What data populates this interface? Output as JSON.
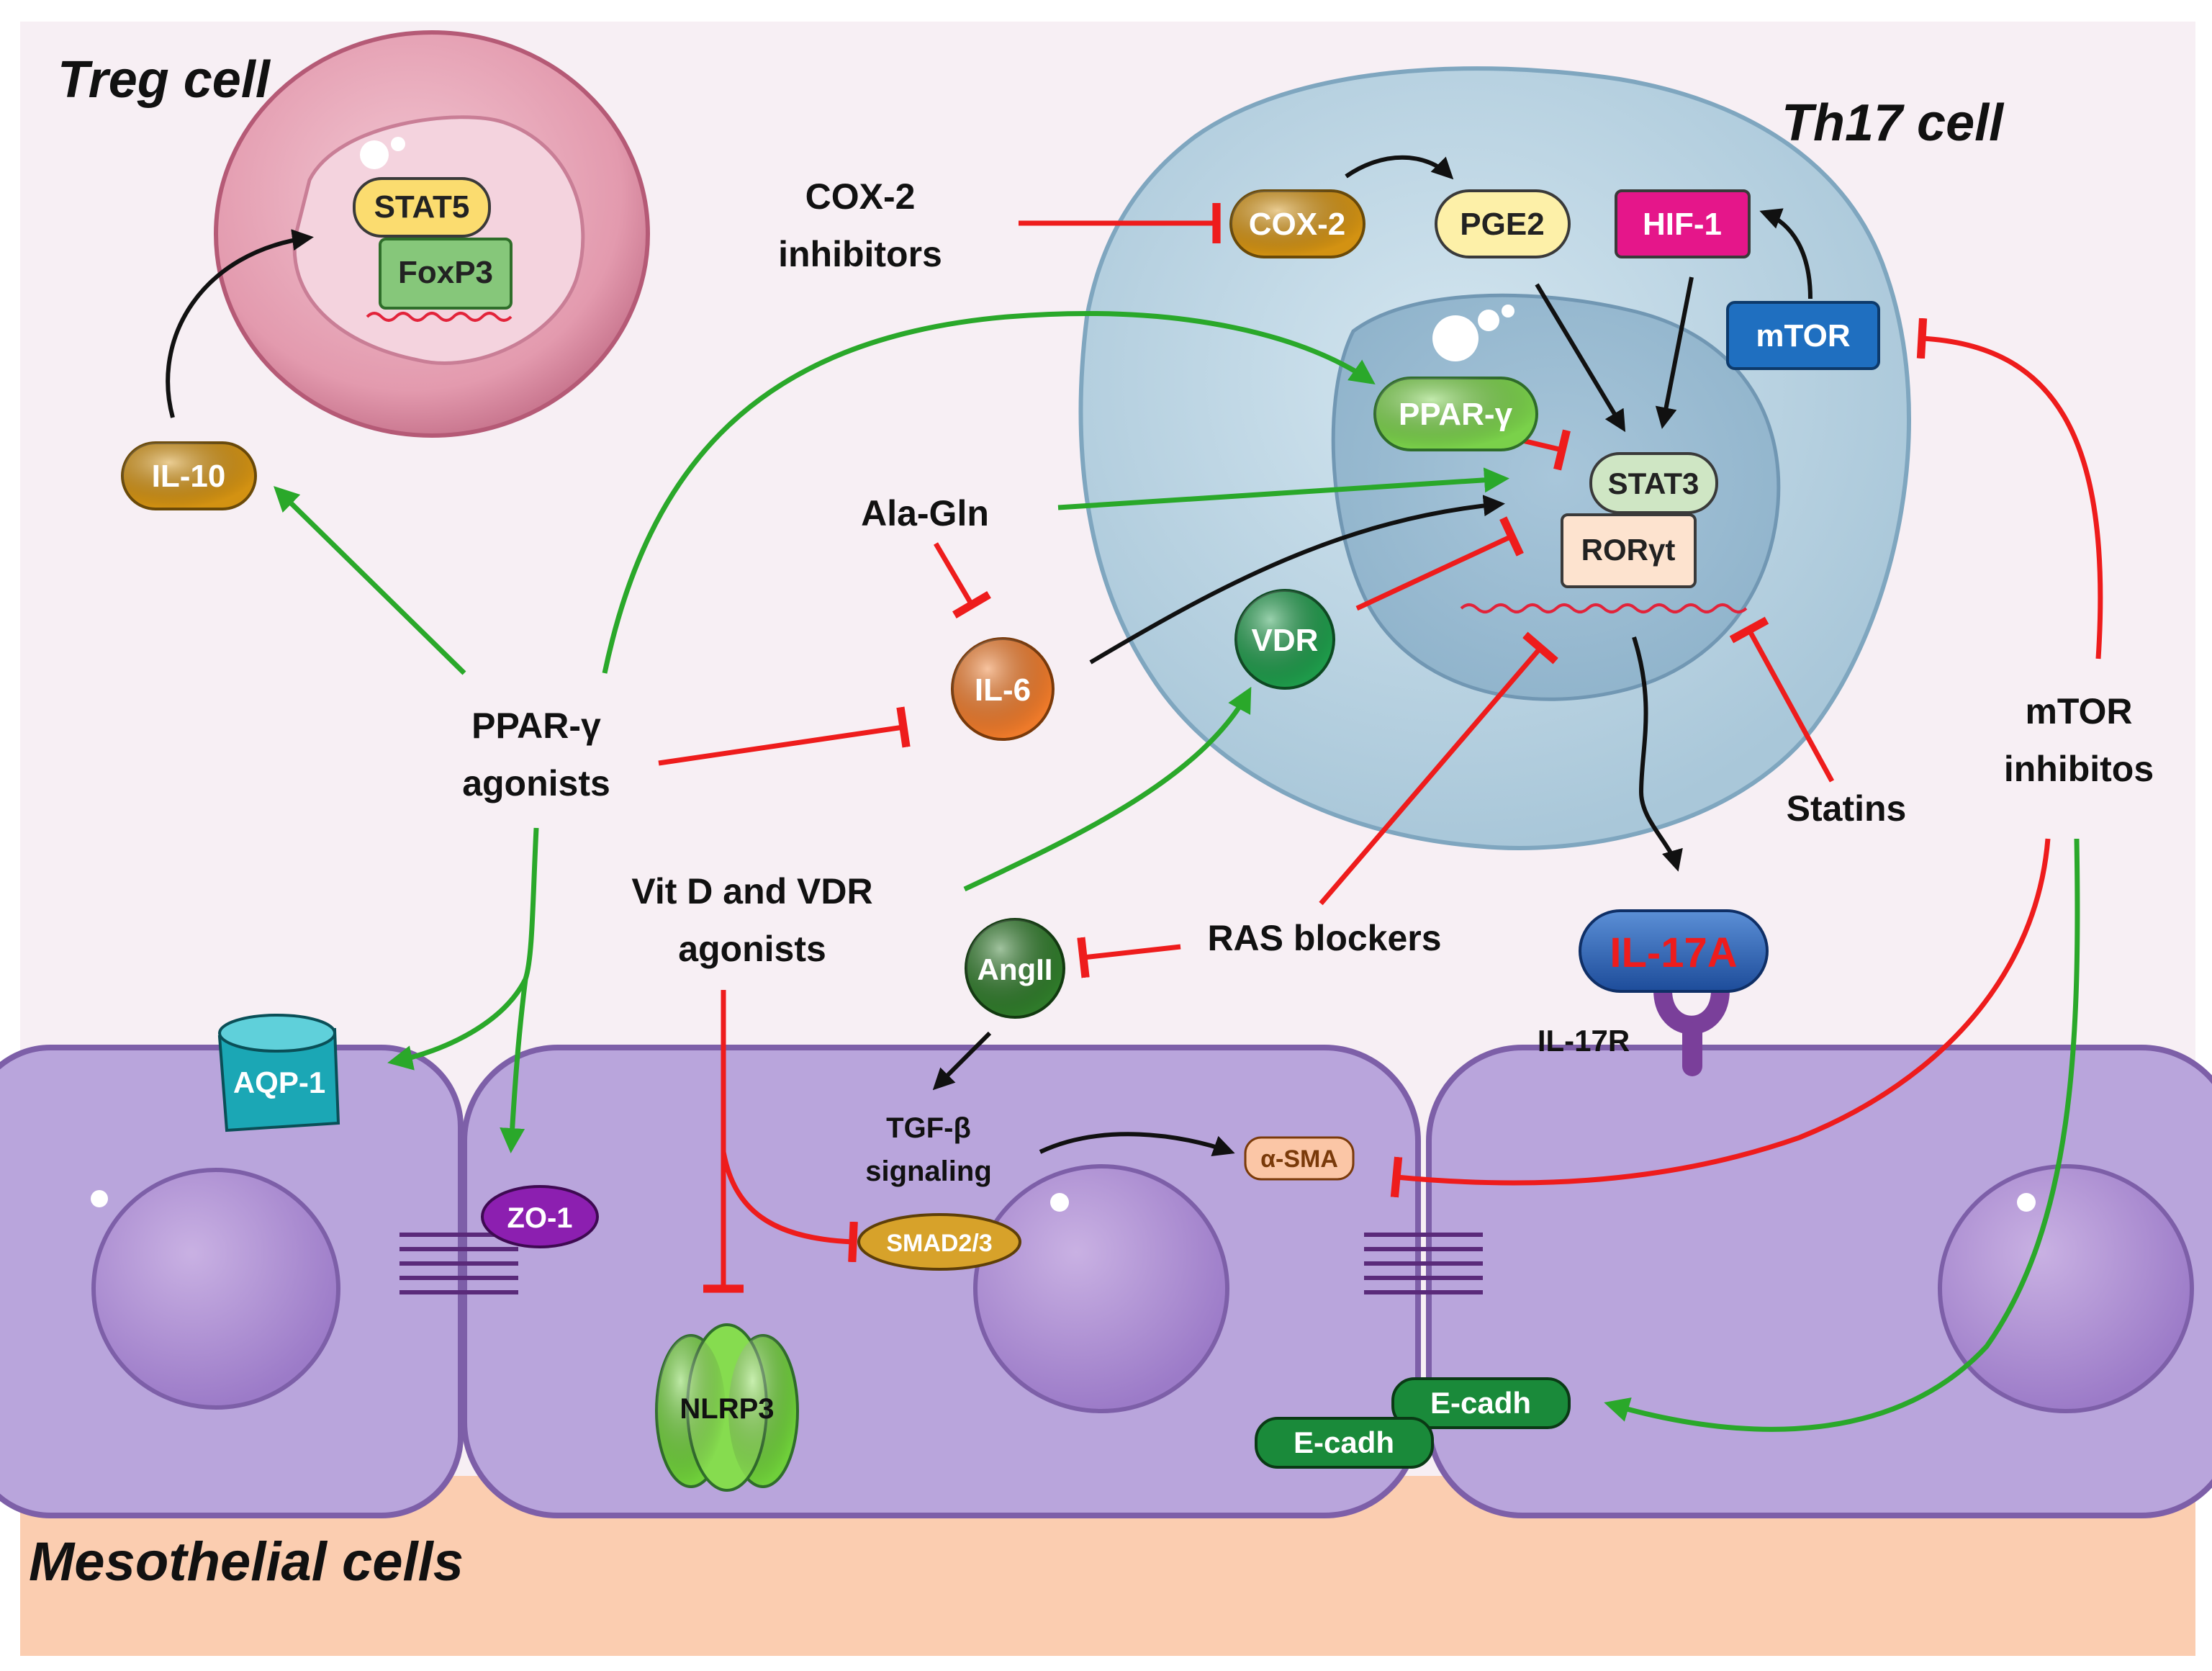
{
  "labels": {
    "treg_cell": "Treg cell",
    "th17_cell": "Th17 cell",
    "mesothelial_cells": "Mesothelial cells"
  },
  "nodes": {
    "stat5": "STAT5",
    "foxp3": "FoxP3",
    "il10": "IL-10",
    "cox2": "COX-2",
    "pge2": "PGE2",
    "hif1": "HIF-1",
    "mtor": "mTOR",
    "ppar_gamma": "PPAR-γ",
    "stat3": "STAT3",
    "ror_gt": "RORγt",
    "vdr": "VDR",
    "il6": "IL-6",
    "angii": "AngII",
    "il17a": "IL-17A",
    "il17r": "IL-17R",
    "aqp1": "AQP-1",
    "zo1": "ZO-1",
    "tgfb_line1": "TGF-β",
    "tgfb_line2": "signaling",
    "asma": "α-SMA",
    "smad23": "SMAD2/3",
    "nlrp3": "NLRP3",
    "ecadh": "E-cadh"
  },
  "drugs": {
    "cox2_inhibitors_line1": "COX-2",
    "cox2_inhibitors_line2": "inhibitors",
    "ala_gln": "Ala-Gln",
    "ppar_agonists_line1": "PPAR-γ",
    "ppar_agonists_line2": "agonists",
    "vitd_line1": "Vit D and  VDR",
    "vitd_line2": "agonists",
    "ras_blockers": "RAS blockers",
    "statins": "Statins",
    "mtor_inhibitors_line1": "mTOR",
    "mtor_inhibitors_line2": "inhibitos"
  },
  "colors": {
    "activation": "#2aa82a",
    "inhibition": "#ee1c1c",
    "pathway": "#111111",
    "background": "#f7eff4",
    "basement": "#fbcdb0",
    "mesothelial": "#b9a5dc",
    "th17_cell": "#c3d9e6",
    "treg_cell": "#dd8fa6"
  }
}
